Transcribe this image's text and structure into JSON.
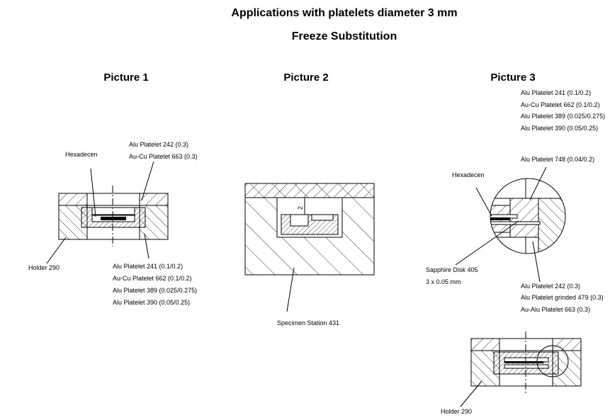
{
  "title": "Applications with platelets diameter 3 mm",
  "subtitle": "Freeze Substitution",
  "picture1": {
    "heading": "Picture 1",
    "hexadecen": "Hexadecen",
    "top_labels": [
      "Alu Platelet 242 (0.3)",
      "Au-Cu Platelet 663 (0.3)"
    ],
    "holder": "Holder 290",
    "bottom_labels": [
      "Alu Platelet 241 (0.1/0.2)",
      "Au-Cu Platelet 662 (0.1/0.2)",
      "Alu Platelet 389 (0.025/0.275)",
      "Alu Platelet 390 (0.05/0.25)"
    ]
  },
  "picture2": {
    "heading": "Picture 2",
    "dimension": "2",
    "station": "Specimen Station 431"
  },
  "picture3": {
    "heading": "Picture 3",
    "top_labels": [
      "Alu Platelet 241 (0.1/0.2)",
      "Au-Cu Platelet 662 (0.1/0.2)",
      "Alu Platelet 389 (0.025/0.275)",
      "Alu Platelet 390 (0.05/0.25)"
    ],
    "platelet_748": "Alu Platelet 748 (0.04/0.2)",
    "hexadecen": "Hexadecen",
    "sapphire": [
      "Sapphire Disk 405",
      "3 x 0.05 mm"
    ],
    "bottom_labels": [
      "Alu Platelet 242 (0.3)",
      "Alu Platelet grinded 479 (0.3)",
      "Au-Alu Platelet 663 (0.3)"
    ],
    "holder": "Holder 290"
  }
}
